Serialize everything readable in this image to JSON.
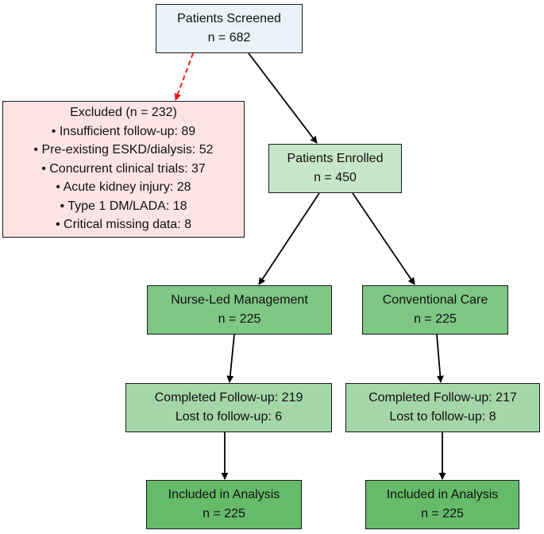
{
  "colors": {
    "screened_fill": "#e7f3f7",
    "excluded_fill": "#fde4e4",
    "enrolled_fill": "#c8e6c9",
    "arm_fill": "#7ec784",
    "followup_fill": "#a5d6a7",
    "analysis_fill": "#66bb6a",
    "arrow": "#000000",
    "exclusion_arrow": "#e8201a"
  },
  "screened": {
    "title": "Patients Screened",
    "count": "n = 682"
  },
  "excluded": {
    "title": "Excluded (n = 232)",
    "reasons": [
      "• Insufficient follow-up: 89",
      "• Pre-existing ESKD/dialysis: 52",
      "• Concurrent clinical trials: 37",
      "• Acute kidney injury: 28",
      "• Type 1 DM/LADA: 18",
      "• Critical missing data: 8"
    ]
  },
  "enrolled": {
    "title": "Patients Enrolled",
    "count": "n = 450"
  },
  "arms": [
    {
      "title": "Nurse-Led Management",
      "count": "n = 225",
      "completed": "Completed Follow-up: 219",
      "lost": "Lost to follow-up: 6",
      "analysis_title": "Included in Analysis",
      "analysis_count": "n = 225"
    },
    {
      "title": "Conventional Care",
      "count": "n = 225",
      "completed": "Completed Follow-up: 217",
      "lost": "Lost to follow-up: 8",
      "analysis_title": "Included in Analysis",
      "analysis_count": "n = 225"
    }
  ]
}
